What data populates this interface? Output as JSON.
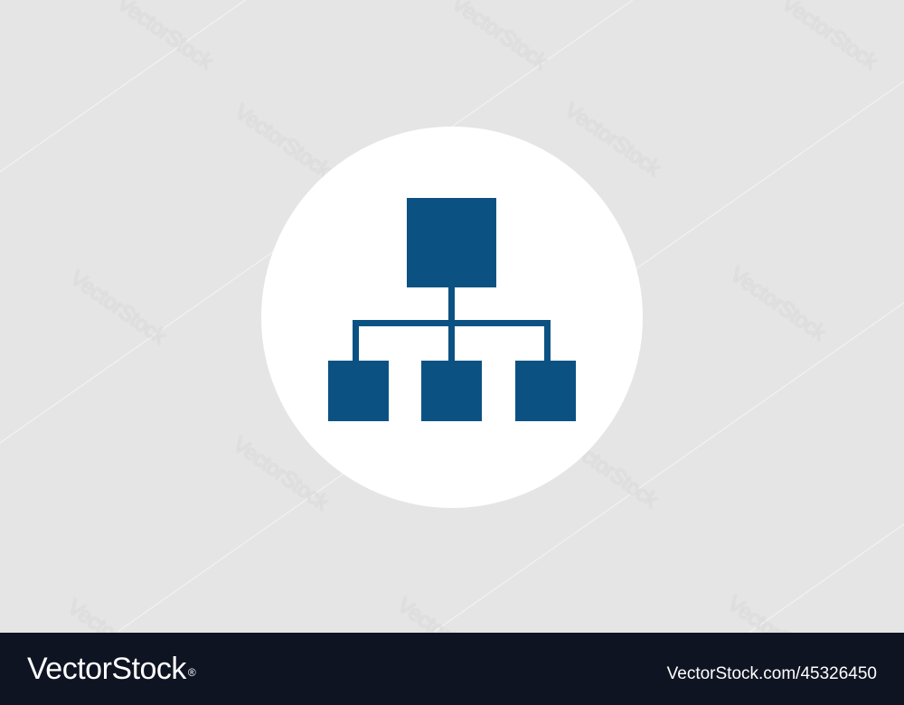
{
  "colors": {
    "background": "#e5e5e5",
    "badge": "#ffffff",
    "icon": "#0b5283",
    "footer": "#0f1423",
    "footer_text": "#ffffff"
  },
  "icon": {
    "name": "hierarchy-icon"
  },
  "watermark": {
    "text": "VectorStock"
  },
  "footer": {
    "brand": "VectorStock",
    "registered_mark": "®",
    "image_id": "VectorStock.com/45326450"
  }
}
